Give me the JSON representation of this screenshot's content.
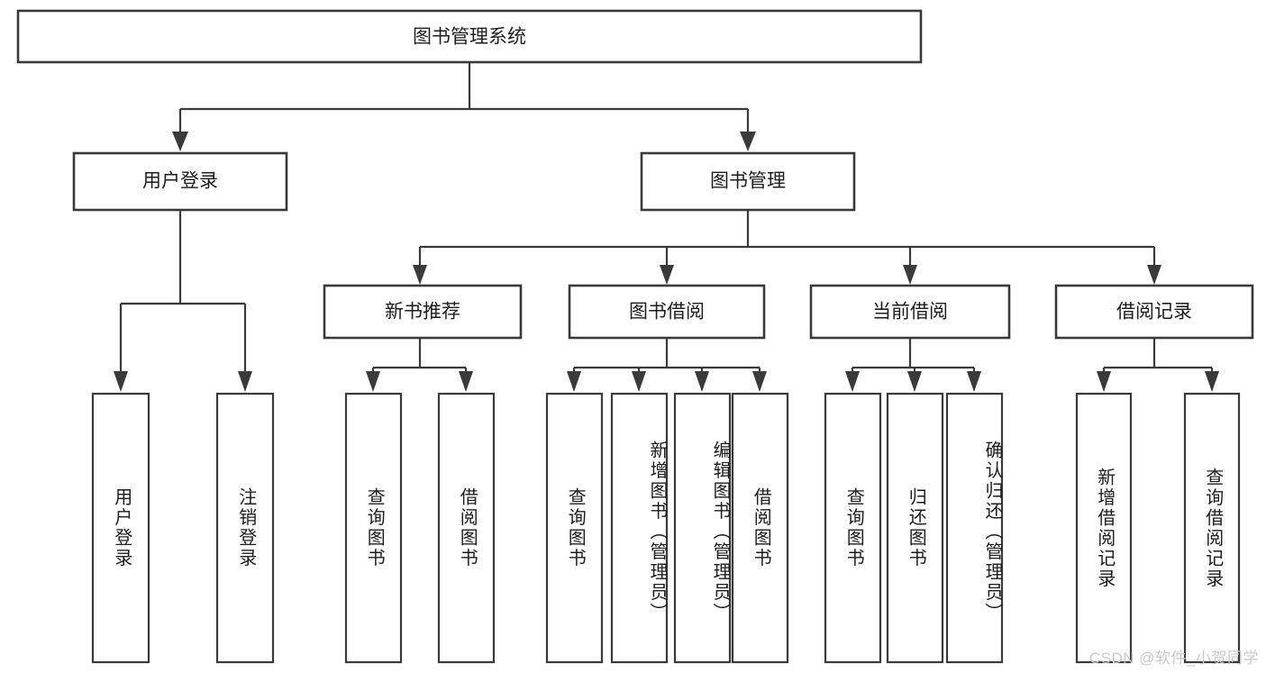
{
  "diagram": {
    "type": "tree",
    "title": "图书管理系统",
    "root": {
      "id": "root",
      "label": "图书管理系统",
      "orientation": "horizontal"
    },
    "level1": [
      {
        "id": "user-login",
        "label": "用户登录",
        "orientation": "horizontal"
      },
      {
        "id": "book-manage",
        "label": "图书管理",
        "orientation": "horizontal"
      }
    ],
    "level2": [
      {
        "id": "new-book-recommend",
        "label": "新书推荐",
        "orientation": "horizontal",
        "parent": "book-manage"
      },
      {
        "id": "book-borrow",
        "label": "图书借阅",
        "orientation": "horizontal",
        "parent": "book-manage"
      },
      {
        "id": "current-borrow",
        "label": "当前借阅",
        "orientation": "horizontal",
        "parent": "book-manage"
      },
      {
        "id": "borrow-record",
        "label": "借阅记录",
        "orientation": "horizontal",
        "parent": "book-manage"
      }
    ],
    "leaves": [
      {
        "id": "leaf-user-login",
        "label": "用户登录",
        "parent": "user-login",
        "orientation": "vertical"
      },
      {
        "id": "leaf-user-logout",
        "label": "注销登录",
        "parent": "user-login",
        "orientation": "vertical"
      },
      {
        "id": "leaf-query-book-1",
        "label": "查询图书",
        "parent": "new-book-recommend",
        "orientation": "vertical"
      },
      {
        "id": "leaf-borrow-book-1",
        "label": "借阅图书",
        "parent": "new-book-recommend",
        "orientation": "vertical"
      },
      {
        "id": "leaf-query-book-2",
        "label": "查询图书",
        "parent": "book-borrow",
        "orientation": "vertical"
      },
      {
        "id": "leaf-add-book",
        "label": "新增图书（管理员）",
        "parent": "book-borrow",
        "orientation": "vertical"
      },
      {
        "id": "leaf-edit-book",
        "label": "编辑图书（管理员）",
        "parent": "book-borrow",
        "orientation": "vertical"
      },
      {
        "id": "leaf-borrow-book-2",
        "label": "借阅图书",
        "parent": "book-borrow",
        "orientation": "vertical"
      },
      {
        "id": "leaf-query-book-3",
        "label": "查询图书",
        "parent": "current-borrow",
        "orientation": "vertical"
      },
      {
        "id": "leaf-return-book",
        "label": "归还图书",
        "parent": "current-borrow",
        "orientation": "vertical"
      },
      {
        "id": "leaf-confirm-return",
        "label": "确认归还（管理员）",
        "parent": "current-borrow",
        "orientation": "vertical"
      },
      {
        "id": "leaf-add-record",
        "label": "新增借阅记录",
        "parent": "borrow-record",
        "orientation": "vertical"
      },
      {
        "id": "leaf-query-record",
        "label": "查询借阅记录",
        "parent": "borrow-record",
        "orientation": "vertical"
      }
    ],
    "colors": {
      "box_stroke": "#3a3a3a",
      "box_fill": "#ffffff",
      "text": "#1d1d1d",
      "connector": "#3a3a3a",
      "background": "#ffffff",
      "watermark": "#c9c9c9"
    }
  },
  "watermark": {
    "text": "CSDN @软件_小贺同学"
  }
}
